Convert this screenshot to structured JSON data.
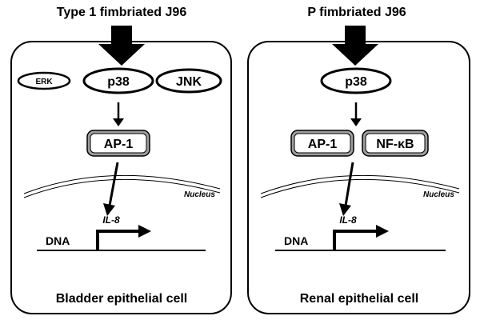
{
  "left": {
    "title": "Type 1 fimbriated J96",
    "kinases": [
      "ERK",
      "p38",
      "JNK"
    ],
    "factors": [
      "AP-1"
    ],
    "nucleus": "Nucleus",
    "gene": "IL-8",
    "dna": "DNA",
    "cell": "Bladder epithelial cell"
  },
  "right": {
    "title": "P fimbriated J96",
    "kinases": [
      "p38"
    ],
    "factors": [
      "AP-1",
      "NF-κB"
    ],
    "nucleus": "Nucleus",
    "gene": "IL-8",
    "dna": "DNA",
    "cell": "Renal epithelial cell"
  }
}
